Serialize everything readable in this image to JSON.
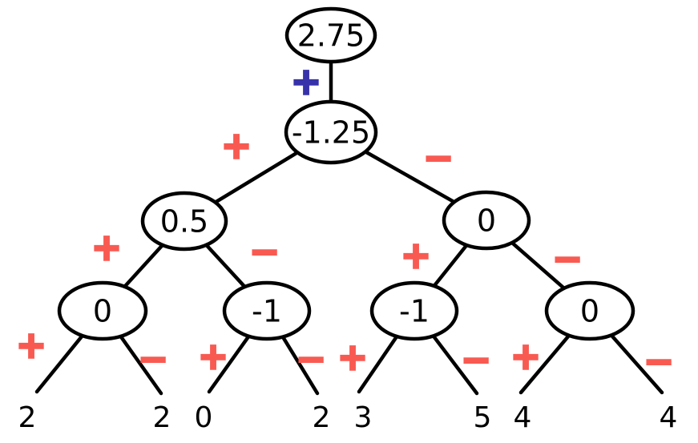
{
  "diagram": {
    "kind": "minimax-game-tree",
    "colors": {
      "background": "#ffffff",
      "node_stroke": "#000000",
      "node_text": "#000000",
      "edge": "#000000",
      "leaf_text": "#000000",
      "sign_red": "#f85a52",
      "sign_blue": "#3732aa"
    },
    "nodes": [
      {
        "id": "root",
        "label": "2.75"
      },
      {
        "id": "n1",
        "label": "-1.25"
      },
      {
        "id": "n2",
        "label": "0.5"
      },
      {
        "id": "n3",
        "label": "0"
      },
      {
        "id": "n4",
        "label": "0"
      },
      {
        "id": "n5",
        "label": "-1"
      },
      {
        "id": "n6",
        "label": "-1"
      },
      {
        "id": "n7",
        "label": "0"
      }
    ],
    "leaves": [
      {
        "id": "l1",
        "label": "2"
      },
      {
        "id": "l2",
        "label": "2"
      },
      {
        "id": "l3",
        "label": "0"
      },
      {
        "id": "l4",
        "label": "2"
      },
      {
        "id": "l5",
        "label": "3"
      },
      {
        "id": "l6",
        "label": "5"
      },
      {
        "id": "l7",
        "label": "4"
      },
      {
        "id": "l8",
        "label": "4"
      }
    ],
    "edges": [
      {
        "from": "root",
        "to": "n1",
        "sign": "+",
        "sign_color": "sign_blue"
      },
      {
        "from": "n1",
        "to": "n2",
        "sign": "+",
        "sign_color": "sign_red"
      },
      {
        "from": "n1",
        "to": "n3",
        "sign": "−",
        "sign_color": "sign_red"
      },
      {
        "from": "n2",
        "to": "n4",
        "sign": "+",
        "sign_color": "sign_red"
      },
      {
        "from": "n2",
        "to": "n5",
        "sign": "−",
        "sign_color": "sign_red"
      },
      {
        "from": "n3",
        "to": "n6",
        "sign": "+",
        "sign_color": "sign_red"
      },
      {
        "from": "n3",
        "to": "n7",
        "sign": "−",
        "sign_color": "sign_red"
      },
      {
        "from": "n4",
        "to": "l1",
        "sign": "+",
        "sign_color": "sign_red"
      },
      {
        "from": "n4",
        "to": "l2",
        "sign": "−",
        "sign_color": "sign_red"
      },
      {
        "from": "n5",
        "to": "l3",
        "sign": "+",
        "sign_color": "sign_red"
      },
      {
        "from": "n5",
        "to": "l4",
        "sign": "−",
        "sign_color": "sign_red"
      },
      {
        "from": "n6",
        "to": "l5",
        "sign": "+",
        "sign_color": "sign_red"
      },
      {
        "from": "n6",
        "to": "l6",
        "sign": "−",
        "sign_color": "sign_red"
      },
      {
        "from": "n7",
        "to": "l7",
        "sign": "+",
        "sign_color": "sign_red"
      },
      {
        "from": "n7",
        "to": "l8",
        "sign": "−",
        "sign_color": "sign_red"
      }
    ]
  }
}
